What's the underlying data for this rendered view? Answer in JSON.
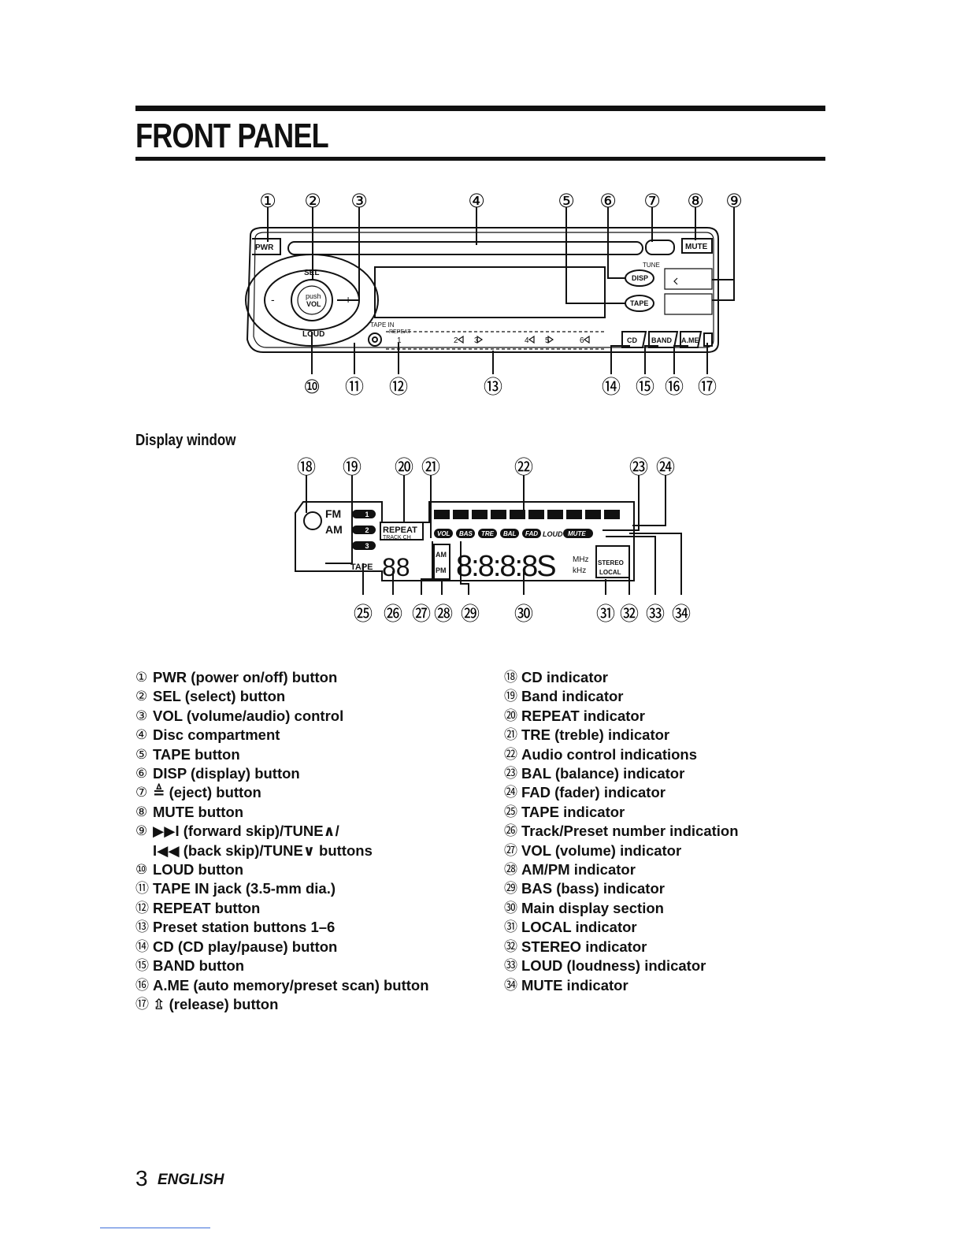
{
  "header": {
    "title": "FRONT PANEL"
  },
  "front_panel_diagram": {
    "callouts_top": [
      "①",
      "②",
      "③",
      "④",
      "⑤",
      "⑥",
      "⑦",
      "⑧",
      "⑨"
    ],
    "callouts_bottom": [
      "⑩",
      "⑪",
      "⑫",
      "⑬",
      "⑭",
      "⑮",
      "⑯",
      "⑰"
    ],
    "labels": {
      "pwr": "PWR",
      "sel": "SEL",
      "push": "push",
      "vol": "VOL",
      "loud": "LOUD",
      "mute": "MUTE",
      "tune": "TUNE",
      "disp": "DISP",
      "tape": "TAPE",
      "tape_in": "TAPE IN",
      "repeat": "REPEAT",
      "cd": "CD",
      "band": "BAND",
      "ame": "A.ME",
      "preset_1": "1",
      "preset_2": "2",
      "preset_3": "3",
      "preset_4": "4",
      "preset_5": "5",
      "preset_6": "6",
      "minus": "-",
      "plus": "+"
    }
  },
  "display_window": {
    "caption": "Display window",
    "callouts_top": [
      "⑱",
      "⑲",
      "⑳",
      "㉑",
      "㉒",
      "㉓",
      "㉔"
    ],
    "callouts_bottom": [
      "㉕",
      "㉖",
      "㉗",
      "㉘",
      "㉙",
      "㉚",
      "㉛",
      "㉜",
      "㉝",
      "㉞"
    ],
    "labels": {
      "fm": "FM",
      "am": "AM",
      "tape": "TAPE",
      "repeat": "REPEAT",
      "track_ch": "TRACK CH",
      "vol": "VOL",
      "bas": "BAS",
      "tre": "TRE",
      "bal": "BAL",
      "fad": "FAD",
      "loud": "LOUD",
      "mute": "MUTE",
      "am_small": "AM",
      "pm": "PM",
      "mhz": "MHz",
      "khz": "kHz",
      "stereo": "STEREO",
      "local": "LOCAL",
      "track_digits": "88",
      "main_digits": "8:8:8:8S",
      "band_1": "1",
      "band_2": "2",
      "band_3": "3"
    }
  },
  "legend_left": [
    {
      "n": "①",
      "text": "PWR (power on/off) button"
    },
    {
      "n": "②",
      "text": "SEL (select) button"
    },
    {
      "n": "③",
      "text": "VOL (volume/audio) control"
    },
    {
      "n": "④",
      "text": "Disc compartment"
    },
    {
      "n": "⑤",
      "text": "TAPE button"
    },
    {
      "n": "⑥",
      "text": "DISP (display) button"
    },
    {
      "n": "⑦",
      "text": "≜ (eject) button"
    },
    {
      "n": "⑧",
      "text": "MUTE button"
    },
    {
      "n": "⑨",
      "text": "▶▶I (forward skip)/TUNE∧/"
    },
    {
      "n": "",
      "text": "I◀◀ (back skip)/TUNE∨ buttons"
    },
    {
      "n": "⑩",
      "text": "LOUD button"
    },
    {
      "n": "⑪",
      "text": "TAPE IN jack (3.5-mm dia.)"
    },
    {
      "n": "⑫",
      "text": "REPEAT button"
    },
    {
      "n": "⑬",
      "text": "Preset station buttons 1–6"
    },
    {
      "n": "⑭",
      "text": "CD (CD play/pause) button"
    },
    {
      "n": "⑮",
      "text": "BAND button"
    },
    {
      "n": "⑯",
      "text": "A.ME (auto memory/preset scan) button"
    },
    {
      "n": "⑰",
      "text": "⇫ (release) button"
    }
  ],
  "legend_right": [
    {
      "n": "⑱",
      "text": "CD indicator"
    },
    {
      "n": "⑲",
      "text": "Band indicator"
    },
    {
      "n": "⑳",
      "text": "REPEAT indicator"
    },
    {
      "n": "㉑",
      "text": "TRE (treble) indicator"
    },
    {
      "n": "㉒",
      "text": "Audio control indications"
    },
    {
      "n": "㉓",
      "text": "BAL (balance) indicator"
    },
    {
      "n": "㉔",
      "text": "FAD (fader) indicator"
    },
    {
      "n": "㉕",
      "text": "TAPE indicator"
    },
    {
      "n": "㉖",
      "text": "Track/Preset number indication"
    },
    {
      "n": "㉗",
      "text": "VOL (volume) indicator"
    },
    {
      "n": "㉘",
      "text": "AM/PM indicator"
    },
    {
      "n": "㉙",
      "text": "BAS (bass) indicator"
    },
    {
      "n": "㉚",
      "text": "Main display section"
    },
    {
      "n": "㉛",
      "text": "LOCAL indicator"
    },
    {
      "n": "㉜",
      "text": "STEREO indicator"
    },
    {
      "n": "㉝",
      "text": "LOUD (loudness) indicator"
    },
    {
      "n": "㉞",
      "text": "MUTE indicator"
    }
  ],
  "footer": {
    "page_number": "3",
    "language": "ENGLISH"
  }
}
